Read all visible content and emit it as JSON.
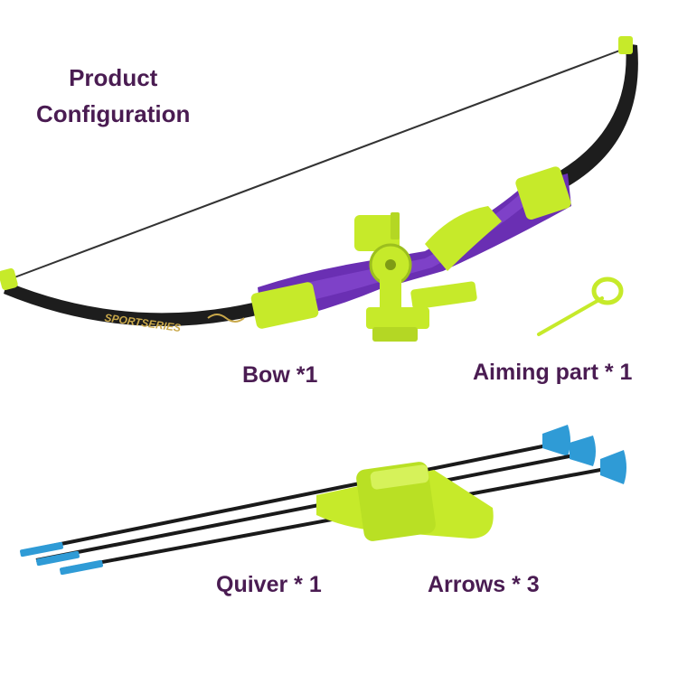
{
  "title": {
    "line1": "Product",
    "line2": "Configuration"
  },
  "labels": {
    "bow": "Bow *1",
    "aiming_part": "Aiming part * 1",
    "quiver": "Quiver * 1",
    "arrows": "Arrows * 3"
  },
  "bow_print": "SPORTSERIES",
  "colors": {
    "text": "#4a1c52",
    "limb": "#1d1d1d",
    "riser": "#6a2fb3",
    "accent_green": "#c6ea2a",
    "arrow_tip": "#2f9bd6"
  }
}
